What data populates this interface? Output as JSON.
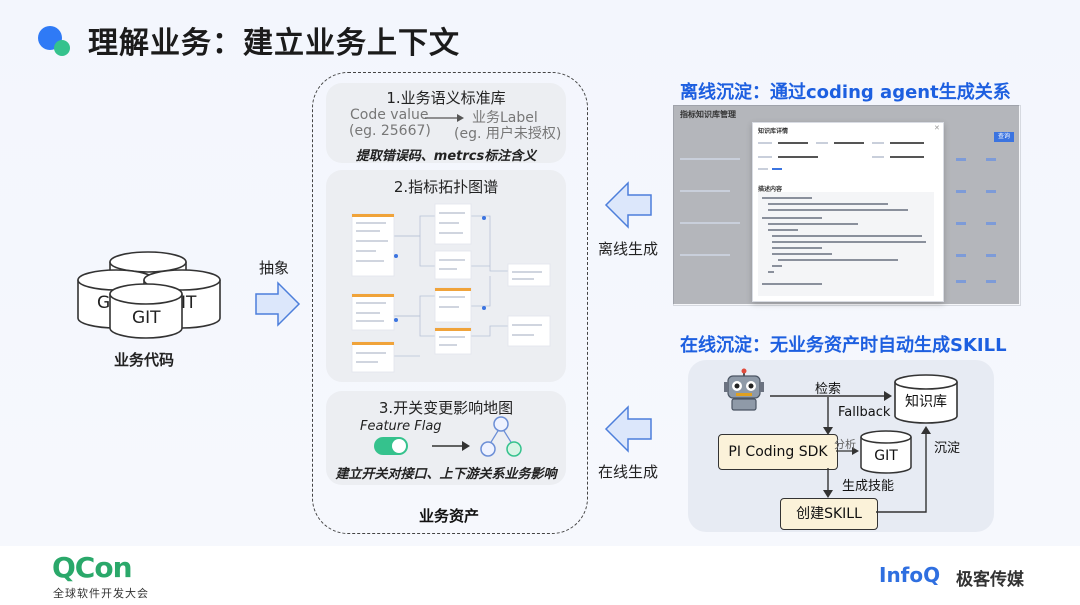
{
  "title": "理解业务：建立业务上下文",
  "left": {
    "git_labels": [
      "G",
      "IT",
      "GIT"
    ],
    "code_label": "业务代码",
    "abstract_label": "抽象"
  },
  "center": {
    "card1": {
      "heading": "1.业务语义标准库",
      "code_value": "Code value",
      "code_eg": "(eg. 25667)",
      "biz_label": "业务Label",
      "biz_eg": "(eg. 用户未授权)",
      "caption": "提取错误码、metrcs标注含义"
    },
    "card2": {
      "heading": "2.指标拓扑图谱"
    },
    "card3": {
      "heading": "3.开关变更影响地图",
      "flag_label": "Feature Flag",
      "caption": "建立开关对接口、上下游关系业务影响"
    },
    "footer_label": "业务资产"
  },
  "arrows": {
    "offline": "离线生成",
    "online": "在线生成"
  },
  "offline": {
    "heading": "离线沉淀：通过coding agent生成关系",
    "screenshot": {
      "page_title": "指标知识库管理",
      "dialog_title": "知识库详情",
      "section_label": "描述内容",
      "button": "查询"
    }
  },
  "online": {
    "heading": "在线沉淀：无业务资产时自动生成SKILL",
    "search": "检索",
    "fallback": "Fallback",
    "kb": "知识库",
    "sdk": "PI Coding SDK",
    "analyze": "分析",
    "git": "GIT",
    "gen_skill": "生成技能",
    "sediment": "沉淀",
    "create_skill": "创建SKILL"
  },
  "footer": {
    "qcon": "QCon",
    "qcon_sub": "全球软件开发大会",
    "infoq": "InfoQ",
    "geek": "极客传媒"
  },
  "colors": {
    "accent_blue": "#1d5fe0",
    "green": "#35c28d",
    "orange": "#f0a33a"
  }
}
